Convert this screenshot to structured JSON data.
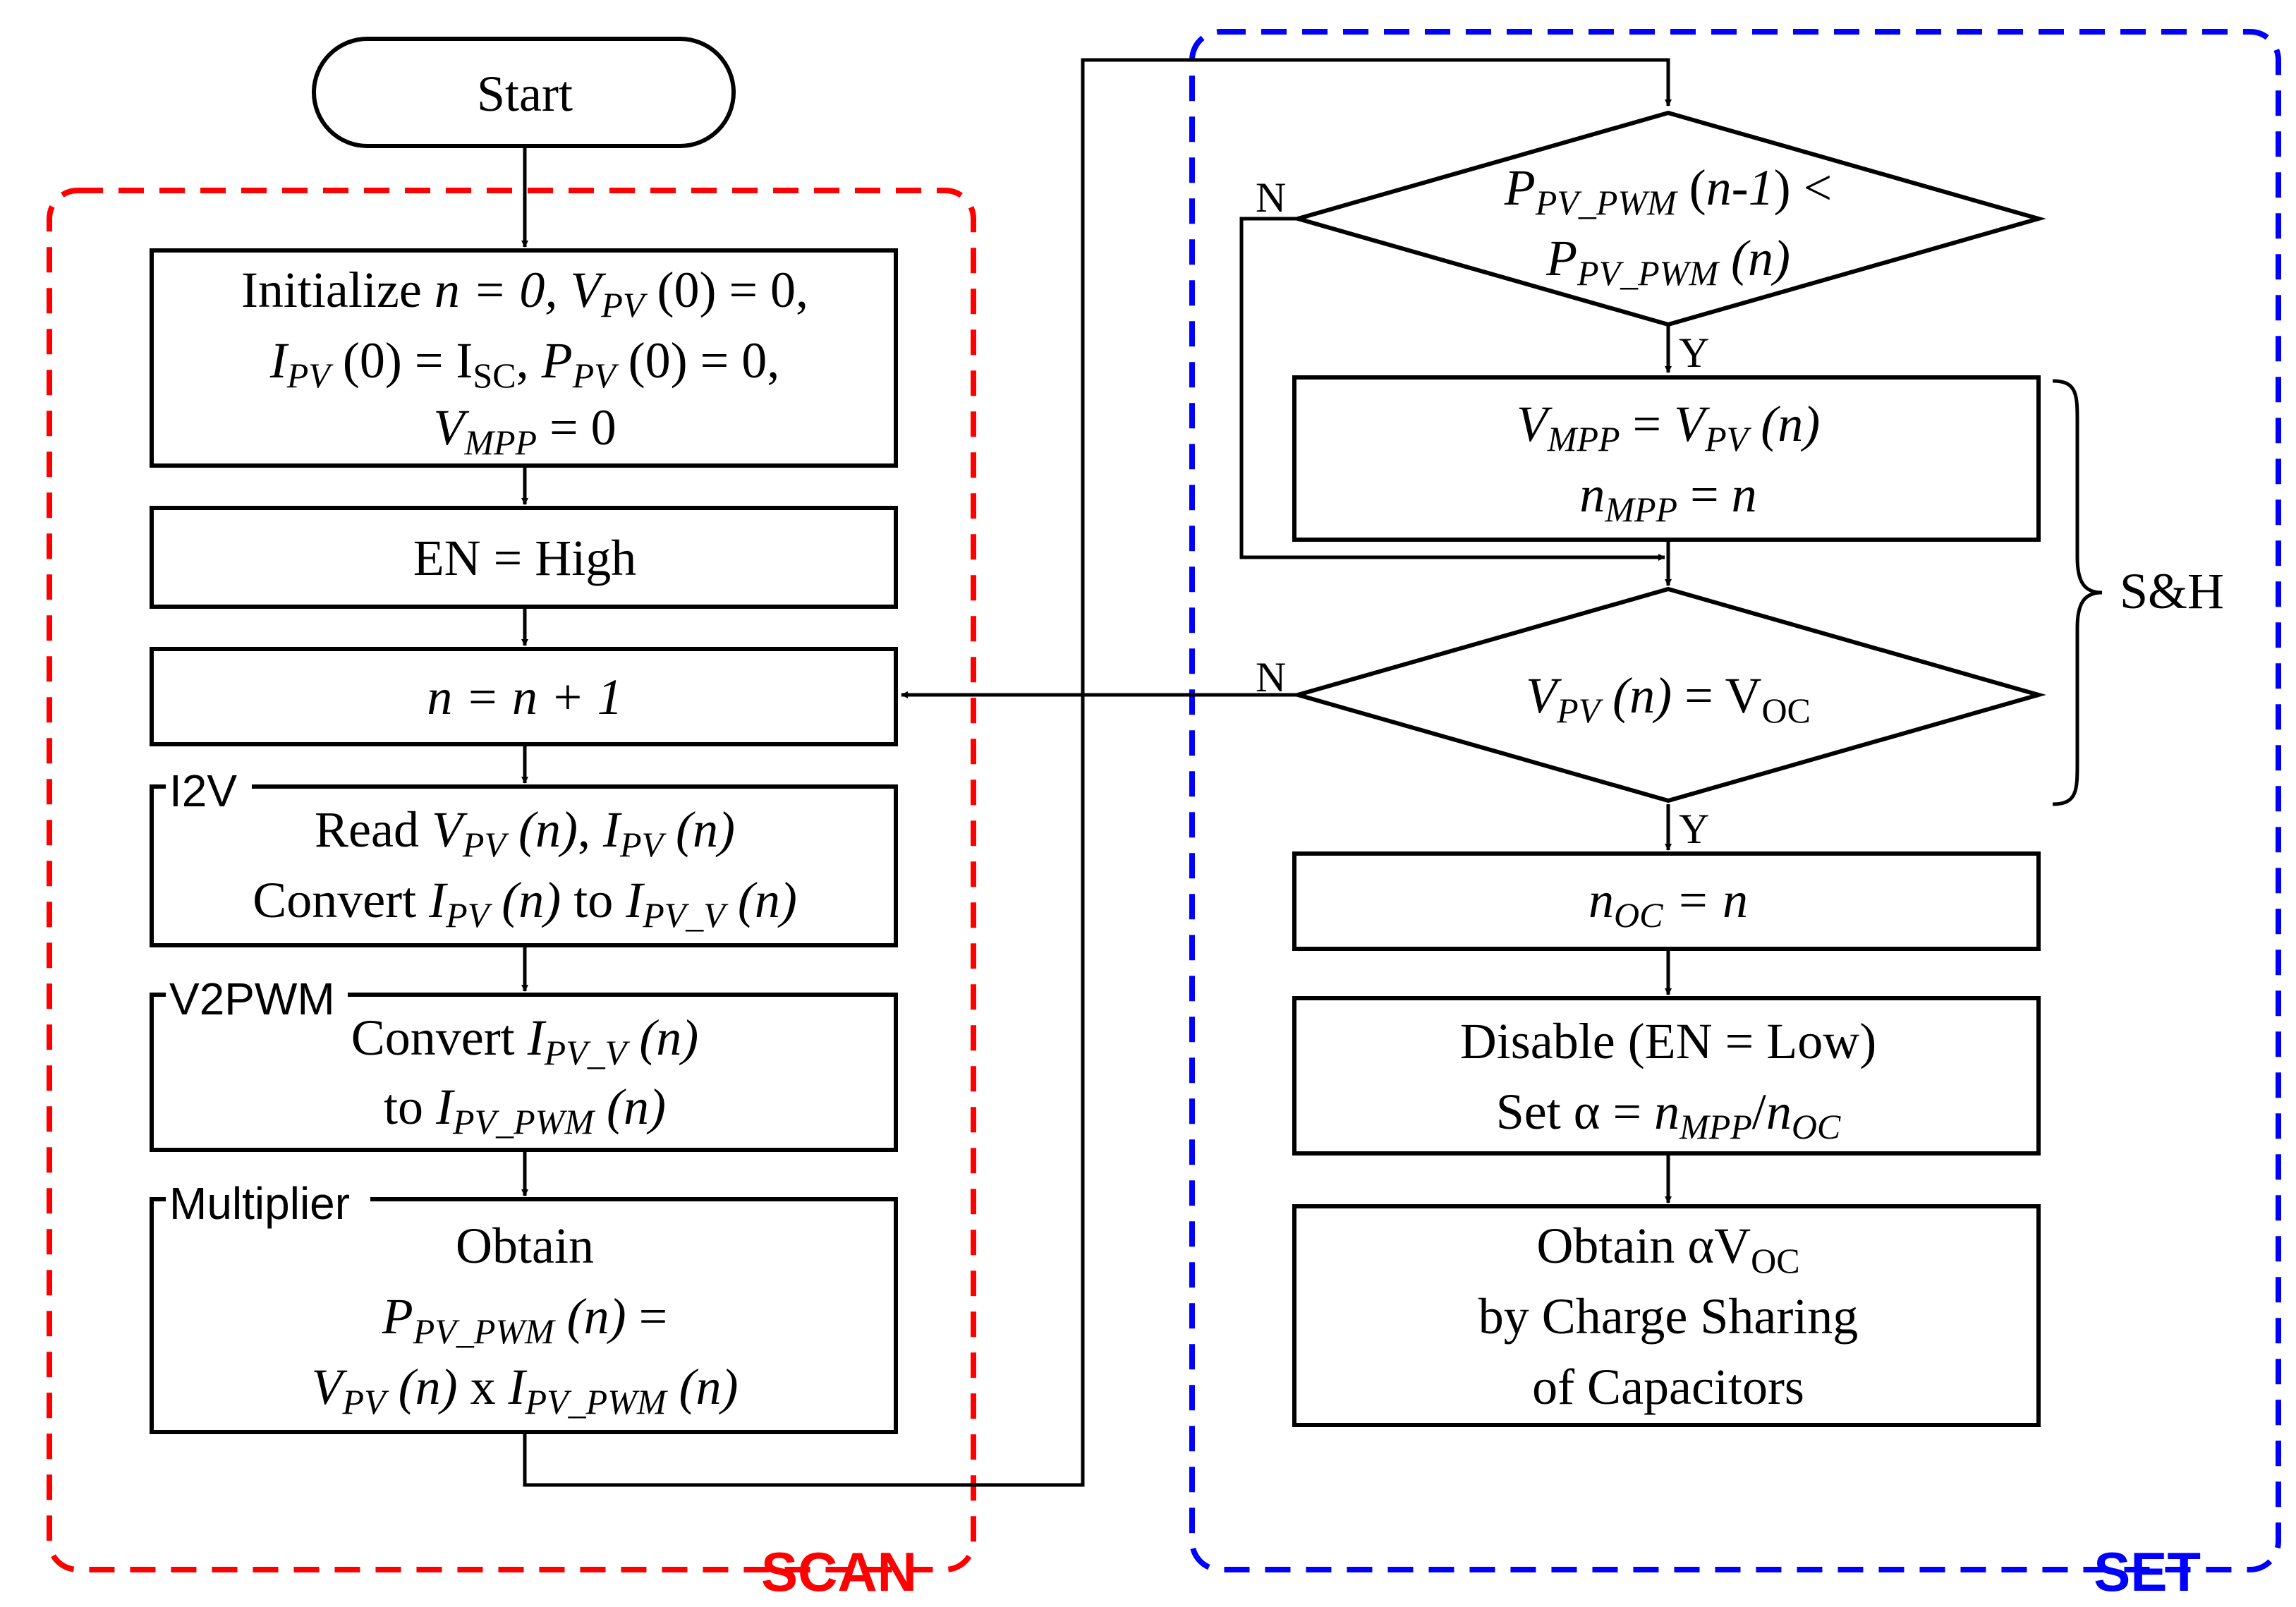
{
  "colors": {
    "scan": "#ff0000",
    "set": "#0000ff",
    "ink": "#000000"
  },
  "regions": {
    "scan_label": "SCAN",
    "set_label": "SET",
    "sh_label": "S&H"
  },
  "tags": {
    "i2v": "I2V",
    "v2pwm": "V2PWM",
    "multiplier": "Multiplier"
  },
  "decisions": {
    "yes": "Y",
    "no": "N"
  },
  "nodes": {
    "start": "Start",
    "init": {
      "w_initialize": "Initialize",
      "n": "n",
      "eq_zero_c": " = 0,",
      "eq_zero": " = 0",
      "V": "V",
      "I": "I",
      "P": "P",
      "sub_pv": "PV",
      "sub_mpp": "MPP",
      "sub_sc": "SC",
      "arg0": " (0) = 0,",
      "arg0_eq": " (0) = I",
      "comma": ","
    },
    "en_high": "EN = High",
    "increment": {
      "lhs": "n",
      "op": " = ",
      "rhs": "n",
      "plus": " + ",
      "one": "1"
    },
    "read": {
      "w_read": "Read",
      "w_convert": "Convert",
      "w_to": "to",
      "arg_n": " (n)",
      "sub_pv_v": "PV_V"
    },
    "convert": {
      "w_convert": "Convert",
      "w_to": "to",
      "sub_pv_v": "PV_V",
      "sub_pv_pwm": "PV_PWM"
    },
    "obtain": {
      "w_obtain": "Obtain",
      "eq": " =",
      "x": " x "
    },
    "cmp_power": {
      "n_minus_1": "n-1",
      "lt": " <"
    },
    "sh_assign": {
      "eq": " = "
    },
    "voc_check": {
      "sub_oc": "OC"
    },
    "n_oc": {
      "sub_oc": "OC"
    },
    "disable": {
      "line1": "Disable (EN = Low)",
      "set": "Set α = ",
      "slash": "/"
    },
    "final": {
      "line1": "Obtain αV",
      "line2": "by Charge Sharing",
      "line3": "of Capacitors"
    }
  }
}
